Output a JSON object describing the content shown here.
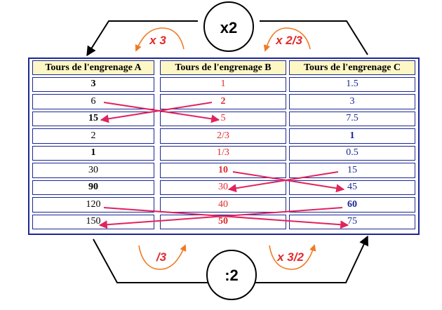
{
  "table": {
    "headers": [
      "Tours de l'engrenage A",
      "Tours de l'engrenage B",
      "Tours de l'engrenage C"
    ],
    "rows": [
      {
        "a": "3",
        "b": "1",
        "c": "1.5",
        "bold": [
          true,
          false,
          false
        ]
      },
      {
        "a": "6",
        "b": "2",
        "c": "3",
        "bold": [
          false,
          true,
          false
        ]
      },
      {
        "a": "15",
        "b": "5",
        "c": "7.5",
        "bold": [
          true,
          false,
          false
        ]
      },
      {
        "a": "2",
        "b": "2/3",
        "c": "1",
        "bold": [
          false,
          false,
          true
        ]
      },
      {
        "a": "1",
        "b": "1/3",
        "c": "0.5",
        "bold": [
          true,
          false,
          false
        ]
      },
      {
        "a": "30",
        "b": "10",
        "c": "15",
        "bold": [
          false,
          true,
          false
        ]
      },
      {
        "a": "90",
        "b": "30",
        "c": "45",
        "bold": [
          true,
          false,
          false
        ]
      },
      {
        "a": "120",
        "b": "40",
        "c": "60",
        "bold": [
          false,
          false,
          true
        ]
      },
      {
        "a": "150",
        "b": "50",
        "c": "75",
        "bold": [
          false,
          true,
          false
        ]
      }
    ]
  },
  "ratios": {
    "top_circle": "x2",
    "bottom_circle": ":2",
    "top_left": "x 3",
    "top_right": "x 2/3",
    "bottom_left": "/3",
    "bottom_right": "x 3/2"
  },
  "colors": {
    "table_border": "#1c2796",
    "header_bg": "#fdf7c5",
    "col_b_text": "#e02b2b",
    "col_c_text": "#1c2796",
    "cross_arrows": "#e0245e",
    "ratio_text": "#e02b2b",
    "ratio_arrow": "#f07a22"
  }
}
